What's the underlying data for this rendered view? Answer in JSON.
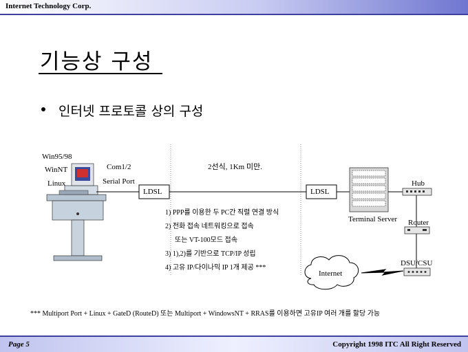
{
  "header": {
    "company": "Internet Technology Corp."
  },
  "footer": {
    "page": "Page 5",
    "copyright": "Copyright 1998 ITC All Right Reserved"
  },
  "slide": {
    "title": "기능상 구성",
    "bullet": "인터넷 프로토콜 상의 구성"
  },
  "diagram": {
    "os_labels": [
      "Win95/98",
      "WinNT",
      "Linux"
    ],
    "com_label": "Com1/2",
    "serial_label": "Serial Port",
    "ldsl_left": "LDSL",
    "ldsl_right": "LDSL",
    "line_spec": "2선식, 1Km 미만.",
    "steps": [
      "1) PPP를 이용한 두 PC간 직렬 연결 방식",
      "2) 전화 접속 네트워킹으로 접속",
      "또는 VT-100모드 접속",
      "3) 1),2)를 기반으로 TCP/IP 성립",
      "4) 고유 IP/다이나믹 IP 1개 제공 ***"
    ],
    "terminal_server": "Terminal Server",
    "hub": "Hub",
    "router": "Router",
    "dsu": "DSU/CSU",
    "internet": "Internet",
    "note": "*** Multiport Port + Linux + GateD (RouteD) 또는 Multiport + WindowsNT + RRAS를 이용하면 고유IP 여러 개를 할당 가능"
  }
}
